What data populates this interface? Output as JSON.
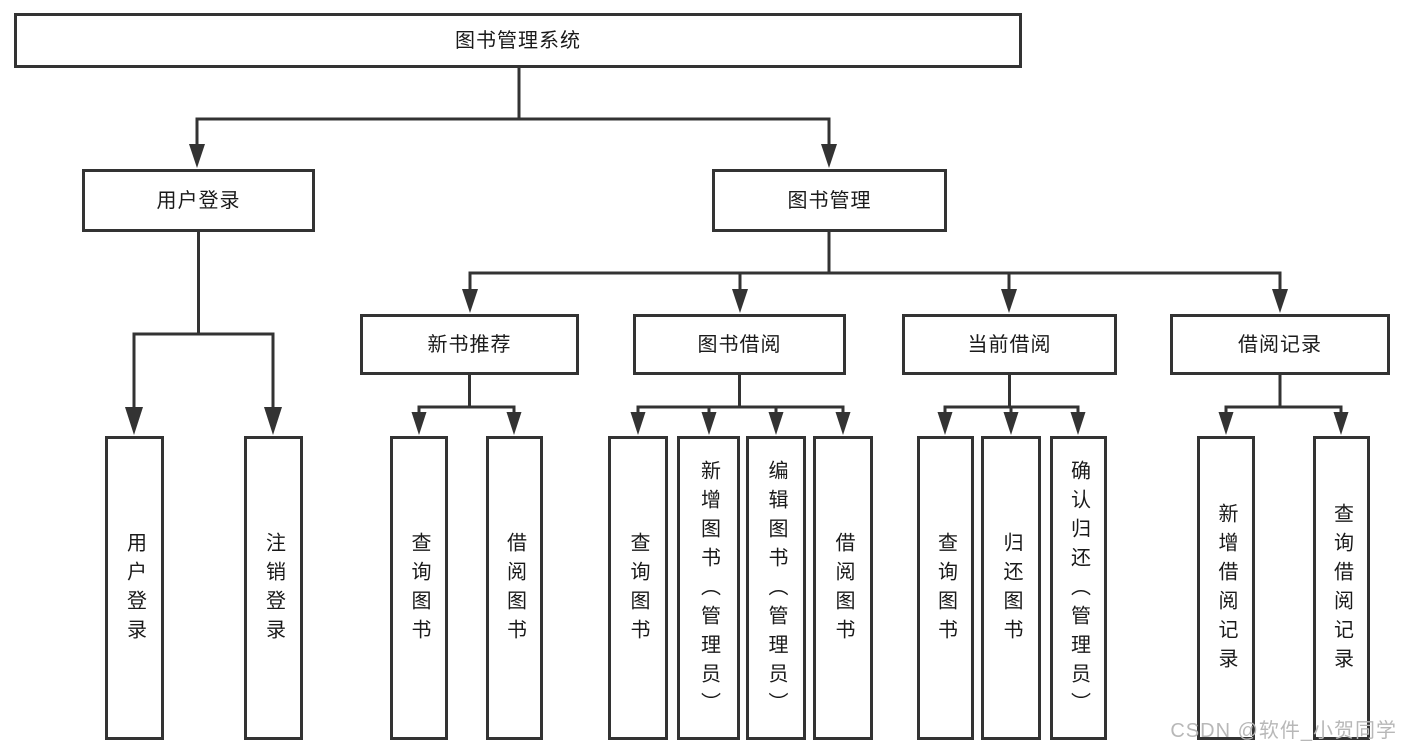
{
  "diagram": {
    "type": "hierarchy-tree",
    "colors": {
      "line": "#333333",
      "box_border": "#333333",
      "text": "#1a1a1a",
      "background": "#ffffff",
      "watermark": "#b8b8b8"
    }
  },
  "tree": {
    "label": "图书管理系统",
    "children": [
      {
        "label": "用户登录",
        "children": [
          {
            "label": "用户登录"
          },
          {
            "label": "注销登录"
          }
        ]
      },
      {
        "label": "图书管理",
        "children": [
          {
            "label": "新书推荐",
            "children": [
              {
                "label": "查询图书"
              },
              {
                "label": "借阅图书"
              }
            ]
          },
          {
            "label": "图书借阅",
            "children": [
              {
                "label": "查询图书"
              },
              {
                "label": "新增图书（管理员）"
              },
              {
                "label": "编辑图书（管理员）"
              },
              {
                "label": "借阅图书"
              }
            ]
          },
          {
            "label": "当前借阅",
            "children": [
              {
                "label": "查询图书"
              },
              {
                "label": "归还图书"
              },
              {
                "label": "确认归还（管理员）"
              }
            ]
          },
          {
            "label": "借阅记录",
            "children": [
              {
                "label": "新增借阅记录"
              },
              {
                "label": "查询借阅记录"
              }
            ]
          }
        ]
      }
    ]
  },
  "watermark": {
    "text": "CSDN @软件_小贺同学"
  }
}
